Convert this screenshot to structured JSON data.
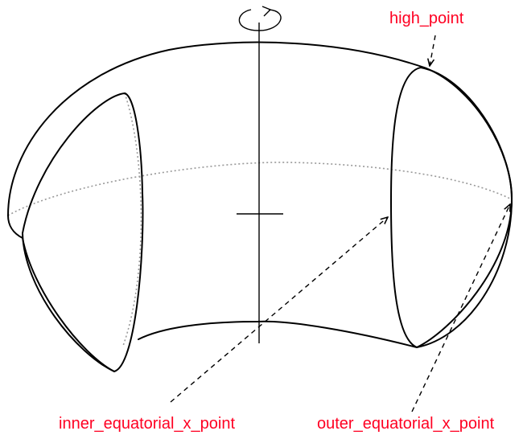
{
  "labels": {
    "high_point": "high_point",
    "inner_equatorial_x_point": "inner_equatorial_x_point",
    "outer_equatorial_x_point": "outer_equatorial_x_point"
  },
  "colors": {
    "label": "#ff0022",
    "outline": "#000000",
    "hidden_line": "#999999"
  }
}
